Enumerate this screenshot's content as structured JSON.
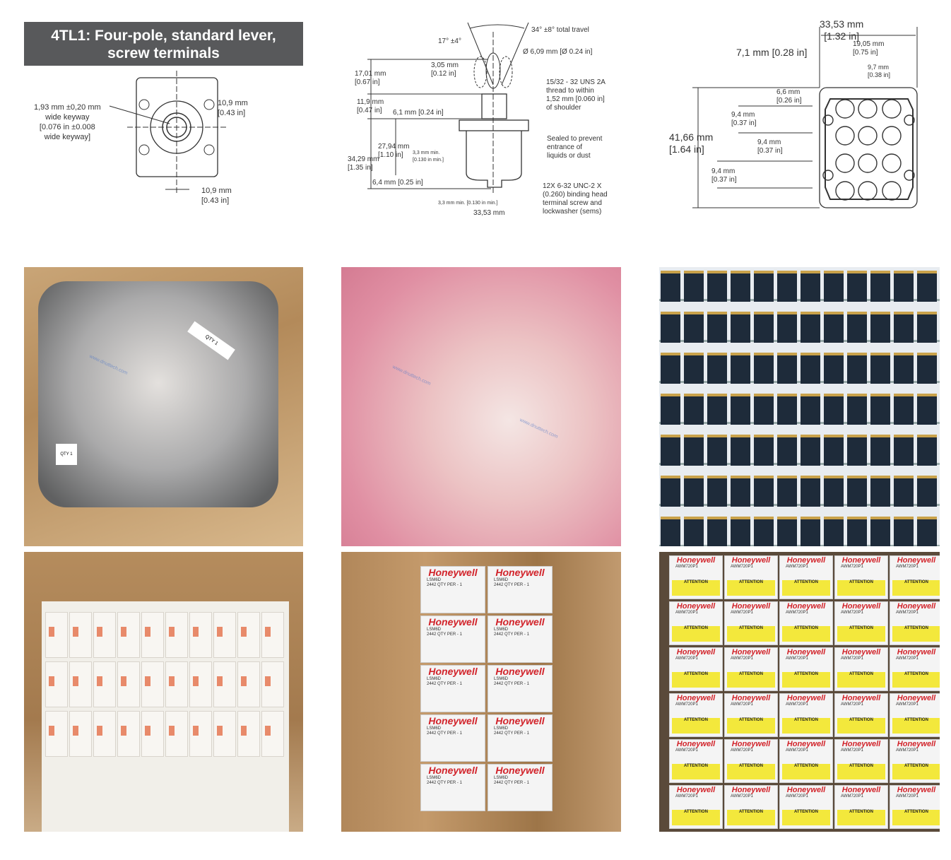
{
  "panel1": {
    "title_line1": "4TL1: Four-pole, standard lever,",
    "title_line2": "screw terminals",
    "keyway": "1,93 mm ±0,20 mm\nwide keyway\n[0.076 in ±0.008\nwide keyway]",
    "dim_right": "10,9 mm\n[0.43 in]",
    "dim_bottom": "10,9 mm\n[0.43 in]"
  },
  "panel2": {
    "total_travel": "34° ±8° total travel",
    "angle": "17° ±4°",
    "diameter": "Ø 6,09 mm [Ø 0.24 in]",
    "d_305": "3,05 mm\n[0.12 in]",
    "d_1701": "17,01 mm\n[0.67 in]",
    "thread": "15/32 - 32 UNS 2A\nthread to within\n1,52 mm [0.060 in]\nof shoulder",
    "d_119": "11,9 mm\n[0.47 in]",
    "d_61": "6,1 mm [0.24 in]",
    "sealed": "Sealed to prevent\nentrance of\nliquids or dust",
    "d_2794": "27,94 mm\n[1.10 in]",
    "d_33a": "3,3 mm min.\n[0.130 in min.]",
    "d_3429": "34,29 mm\n[1.35 in]",
    "d_64": "6,4 mm [0.25 in]",
    "screw": "12X 6-32 UNC-2 X\n(0.260) binding head\nterminal screw and\nlockwasher (sems)",
    "d_33b": "3,3 mm min. [0.130 in min.]",
    "d_3353": "33,53 mm"
  },
  "panel3": {
    "width": "33,53 mm\n[1.32 in]",
    "d_1905": "19,05 mm\n[0.75 in]",
    "d_71": "7,1 mm [0.28 in]",
    "d_97": "9,7 mm\n[0.38 in]",
    "d_66": "6,6 mm\n[0.26 in]",
    "d_94a": "9,4 mm\n[0.37 in]",
    "d_94b": "9,4 mm\n[0.37 in]",
    "d_94c": "9,4 mm\n[0.37 in]",
    "height": "41,66 mm\n[1.64 in]"
  },
  "photos": {
    "brand": "Honeywell",
    "box_part": "LSM6D",
    "box_qty": "2442  QTY PER - 1",
    "awm_part": "AWM720P1",
    "attention": "ATTENTION",
    "qty_tag": "QTY 1",
    "watermark": "www.dnuttech.com"
  }
}
